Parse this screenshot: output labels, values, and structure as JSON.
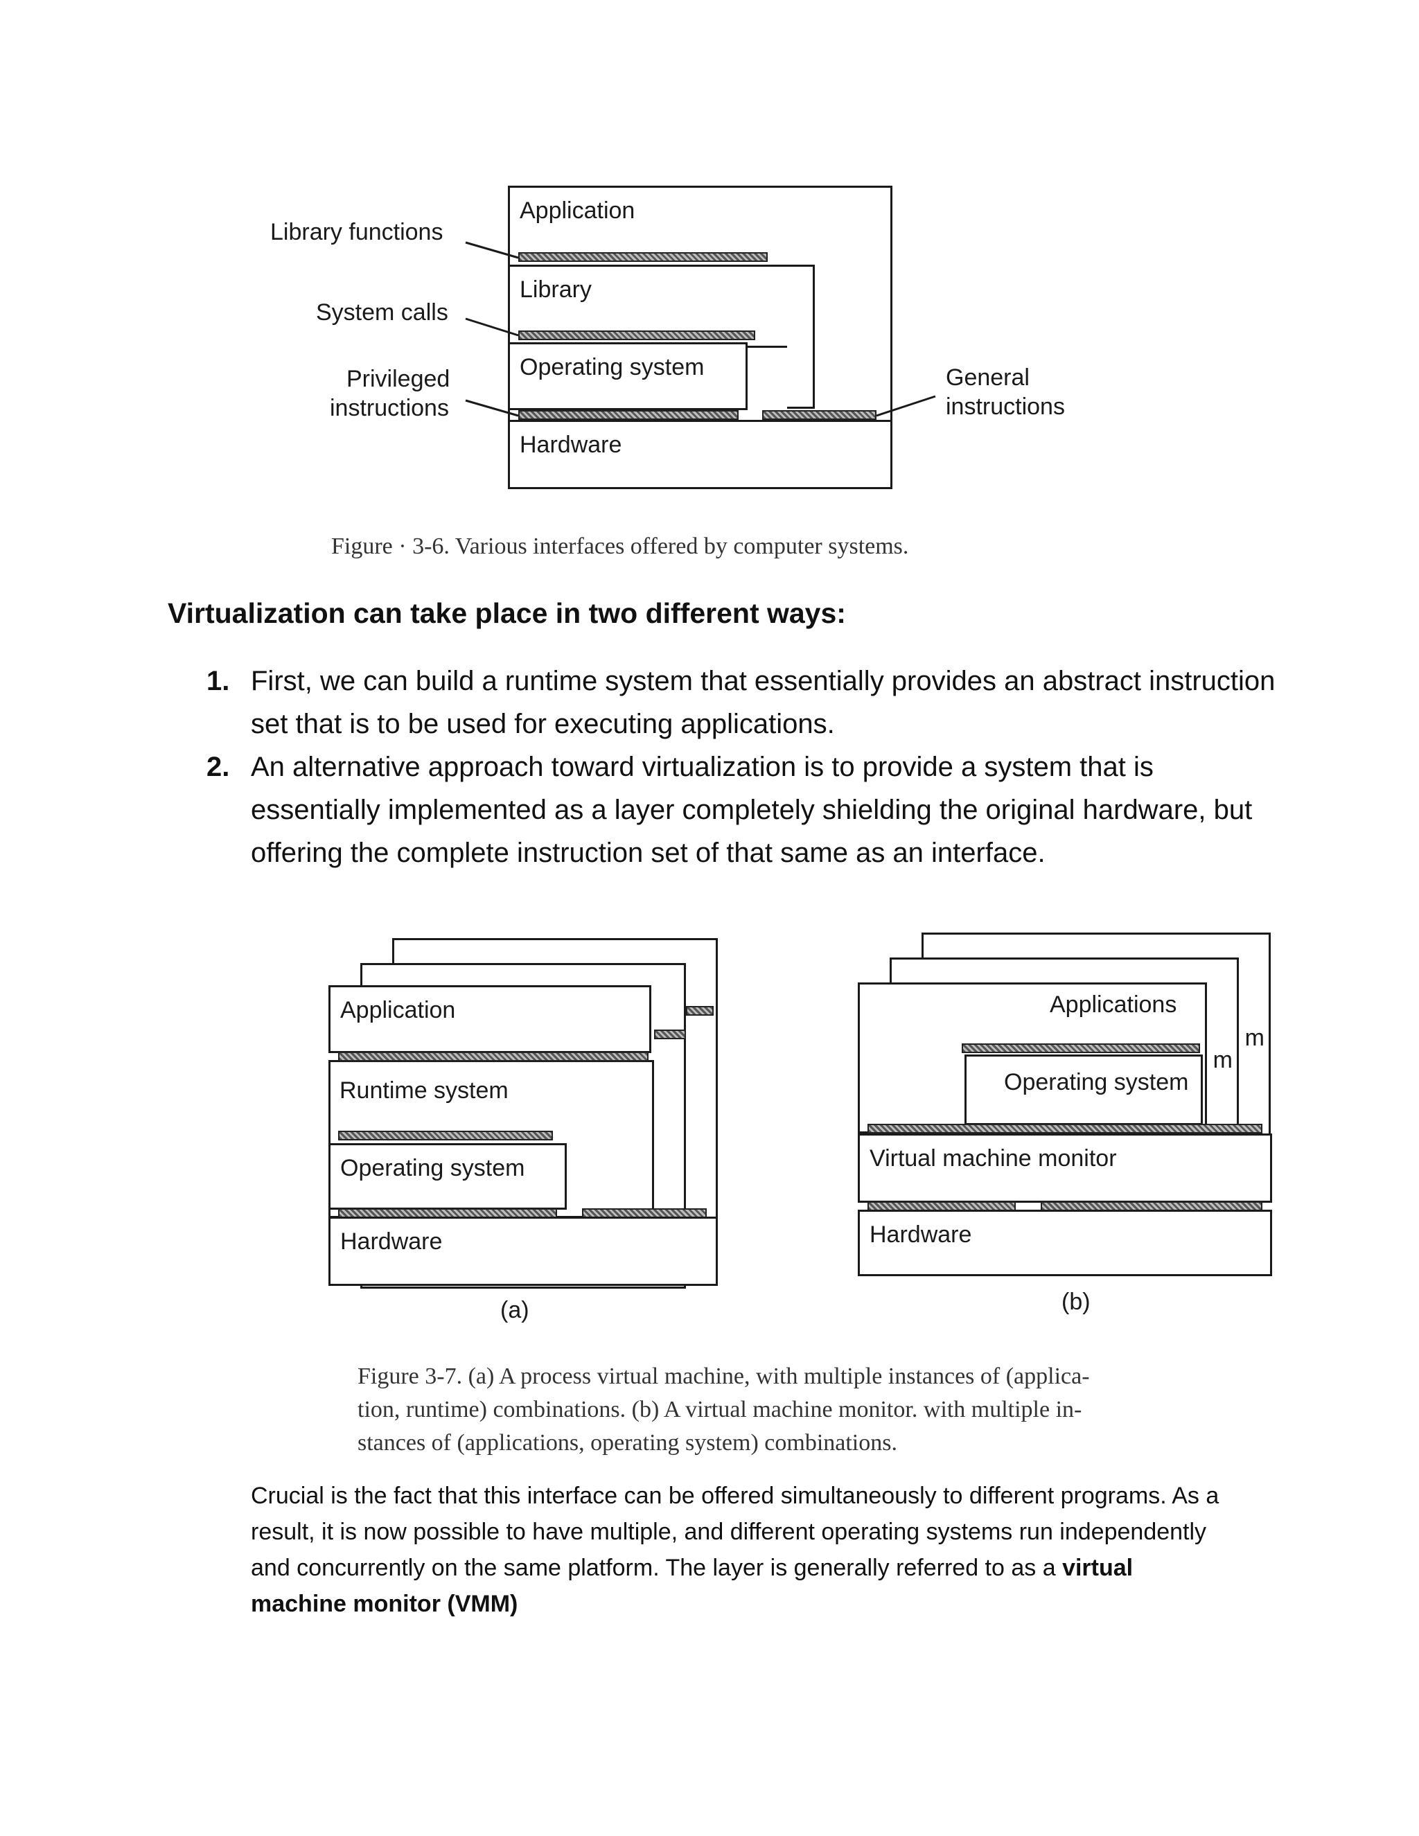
{
  "figure_36": {
    "labels": {
      "library_functions": "Library functions",
      "system_calls": "System calls",
      "privileged_1": "Privileged",
      "privileged_2": "instructions",
      "general_1": "General",
      "general_2": "instructions"
    },
    "layers": {
      "application": "Application",
      "library": "Library",
      "operating_system": "Operating system",
      "hardware": "Hardware"
    },
    "caption": "Figure · 3-6. Various interfaces offered by computer systems."
  },
  "section": {
    "heading": "Virtualization can take place in two different ways:",
    "items": [
      {
        "num": "1.",
        "text": "First, we can build a runtime system that essentially provides an abstract instruction set that is to be used for executing applications."
      },
      {
        "num": "2.",
        "text": "An alternative approach toward virtualization is to provide a system that is essentially implemented as a layer completely shielding the original hardware, but offering the complete instruction set of that same as an interface."
      }
    ]
  },
  "figure_37": {
    "a": {
      "application": "Application",
      "runtime": "Runtime system",
      "operating_system": "Operating system",
      "hardware": "Hardware",
      "label": "(a)"
    },
    "b": {
      "applications": "Applications",
      "operating_system": "Operating system",
      "vmm": "Virtual machine monitor",
      "hardware": "Hardware",
      "label": "(b)",
      "peek_1": "m",
      "peek_2": "m"
    },
    "caption_lines": [
      "Figure 3-7. (a) A process virtual machine, with multiple instances of (applica-",
      "tion, runtime) combinations. (b) A virtual machine monitor. with multiple in-",
      "stances of (applications, operating system) combinations."
    ]
  },
  "paragraph": {
    "text": "Crucial is the fact that this interface can be offered simultaneously to different programs. As a result, it is now possible to have multiple, and different operating systems run independently and concurrently on the same platform. The layer is generally referred to as a ",
    "bold": "virtual machine monitor (VMM)"
  }
}
